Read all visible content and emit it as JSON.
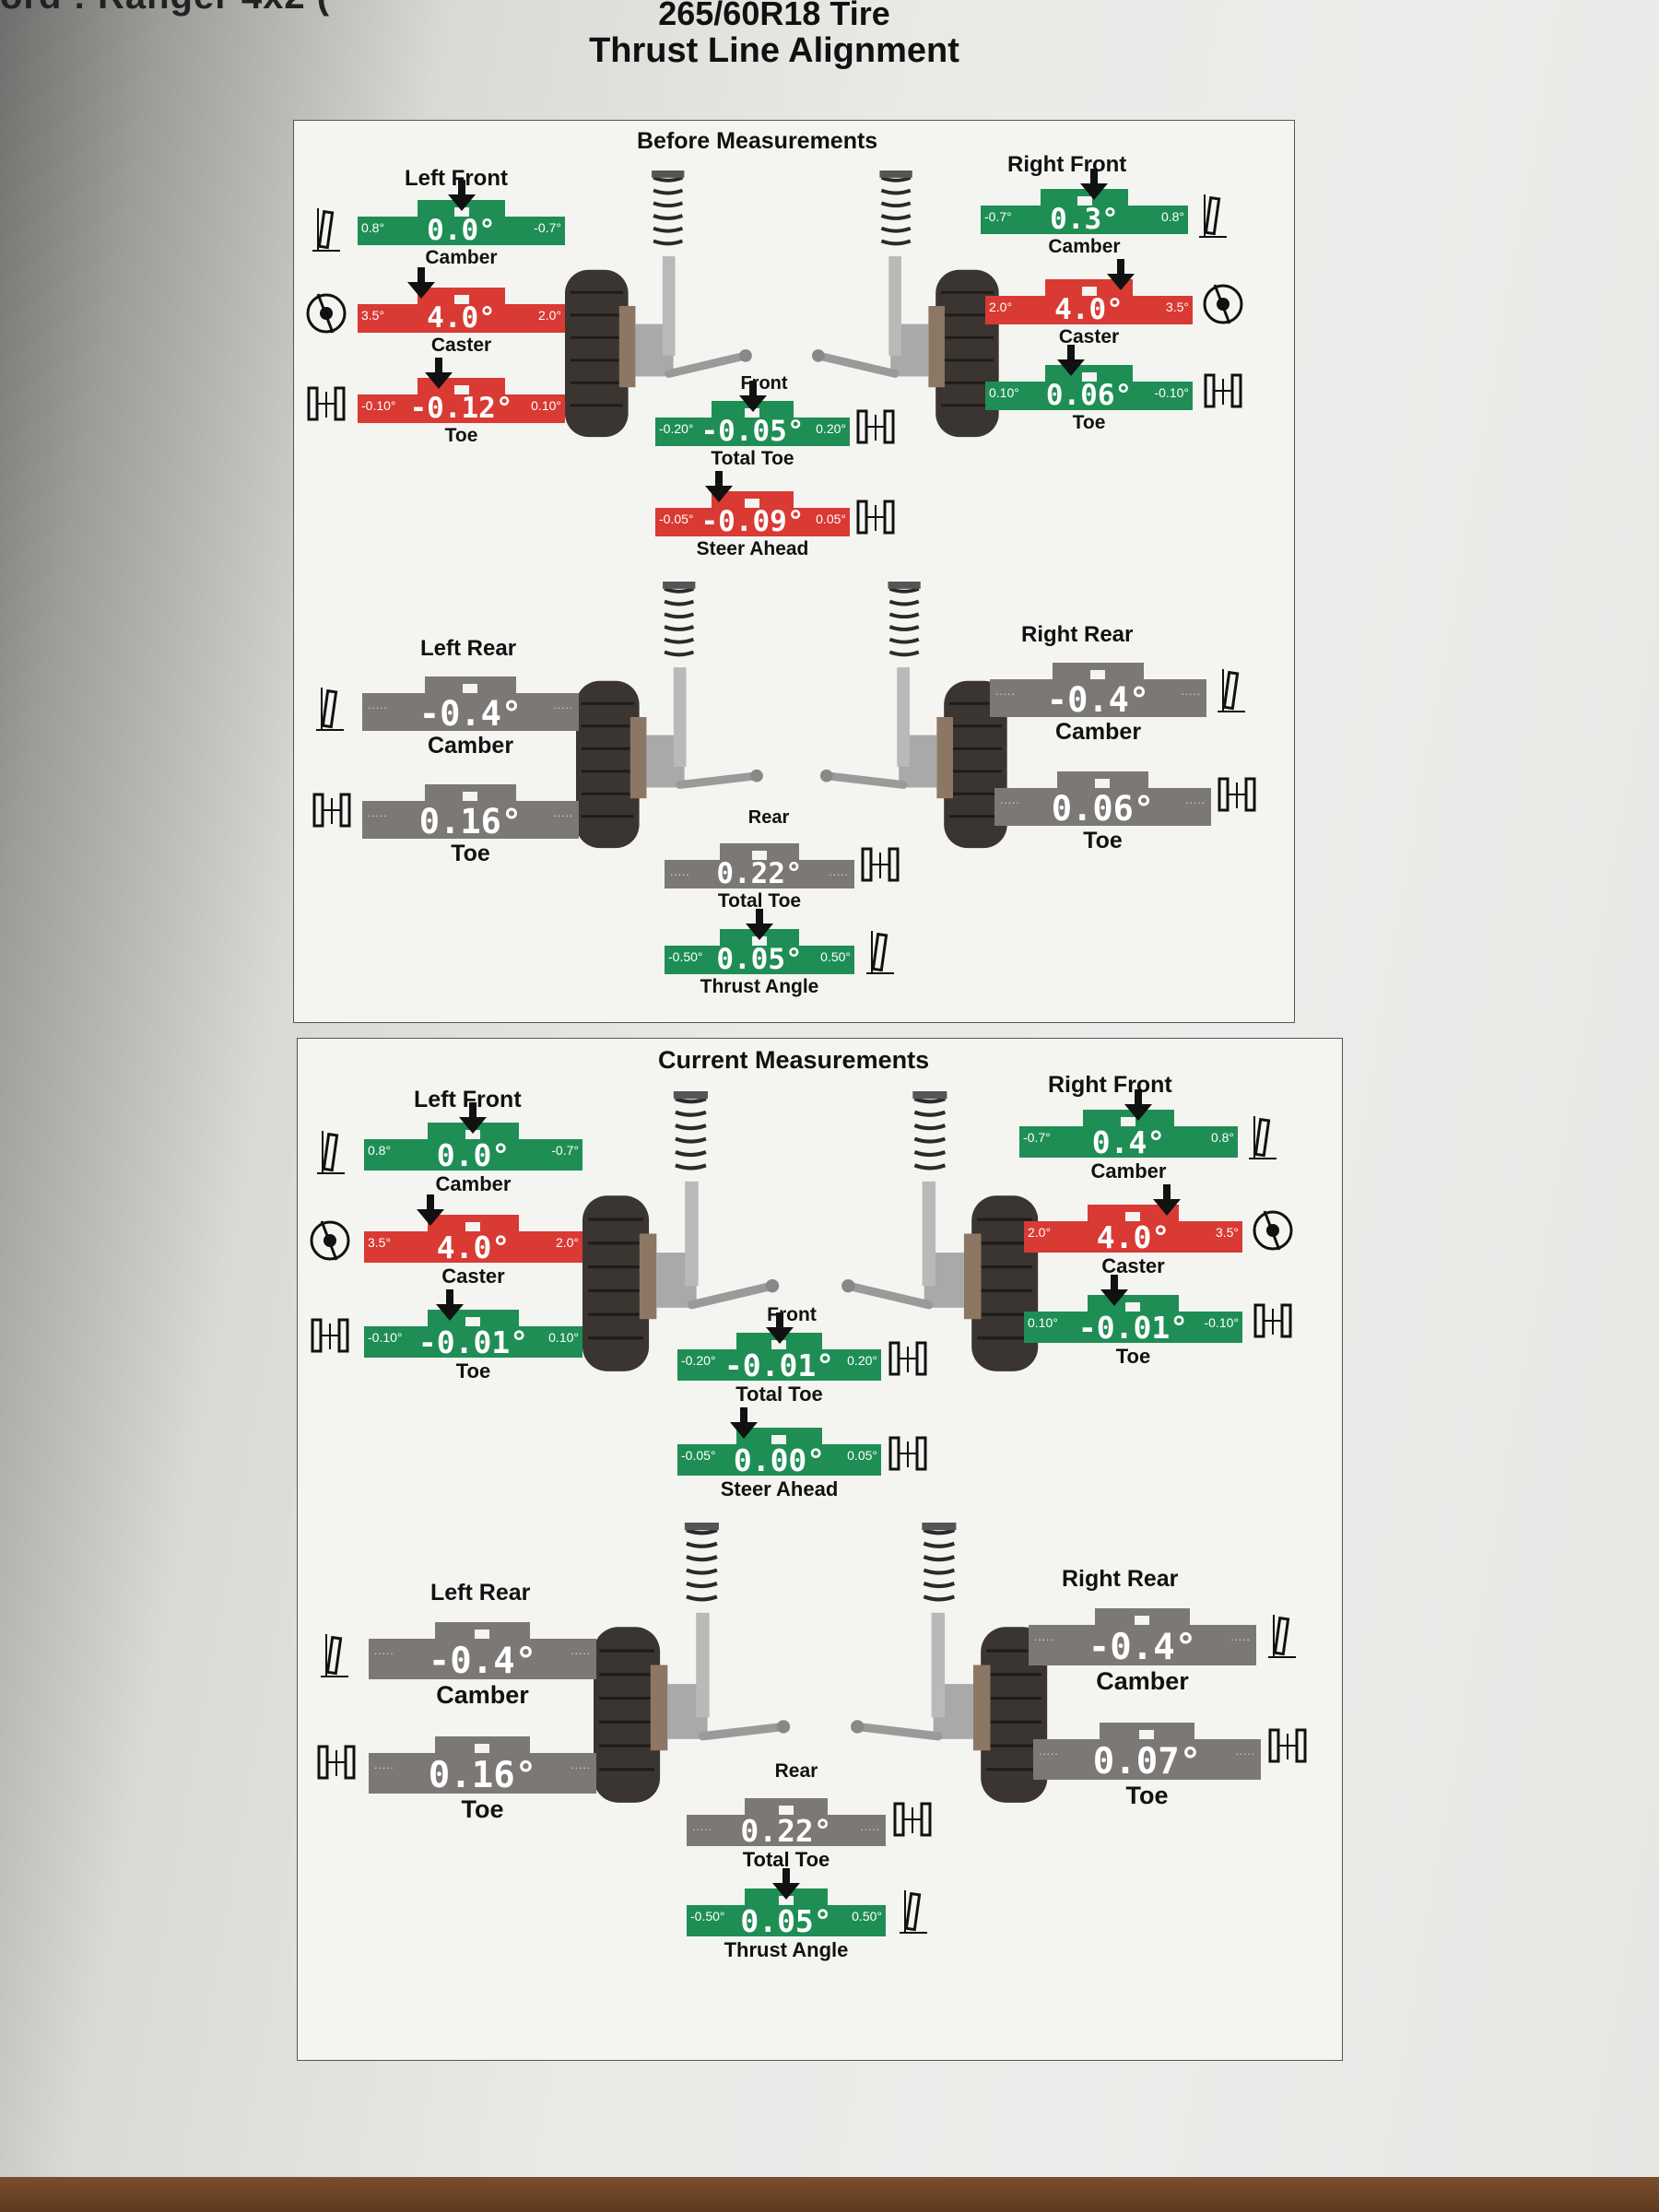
{
  "header": {
    "cut_title": "ord : Ranger 4x2 (",
    "tire": "265/60R18 Tire",
    "alignment_type": "Thrust Line Alignment"
  },
  "panels": [
    {
      "title": "Before Measurements",
      "left_front": {
        "label": "Left Front",
        "camber": {
          "value": "0.0°",
          "min": "0.8°",
          "max": "-0.7°",
          "label": "Camber",
          "status": "green"
        },
        "caster": {
          "value": "4.0°",
          "min": "3.5°",
          "max": "2.0°",
          "label": "Caster",
          "status": "red"
        },
        "toe": {
          "value": "-0.12°",
          "min": "-0.10°",
          "max": "0.10°",
          "label": "Toe",
          "status": "red"
        }
      },
      "right_front": {
        "label": "Right Front",
        "camber": {
          "value": "0.3°",
          "min": "-0.7°",
          "max": "0.8°",
          "label": "Camber",
          "status": "green"
        },
        "caster": {
          "value": "4.0°",
          "min": "2.0°",
          "max": "3.5°",
          "label": "Caster",
          "status": "red"
        },
        "toe": {
          "value": "0.06°",
          "min": "0.10°",
          "max": "-0.10°",
          "label": "Toe",
          "status": "green"
        }
      },
      "front_label": "Front",
      "total_toe_front": {
        "value": "-0.05°",
        "min": "-0.20°",
        "max": "0.20°",
        "label": "Total Toe",
        "status": "green"
      },
      "steer_ahead": {
        "value": "-0.09°",
        "min": "-0.05°",
        "max": "0.05°",
        "label": "Steer Ahead",
        "status": "red"
      },
      "left_rear": {
        "label": "Left Rear",
        "camber": {
          "value": "-0.4°",
          "label": "Camber",
          "status": "gray"
        },
        "toe": {
          "value": "0.16°",
          "label": "Toe",
          "status": "gray"
        }
      },
      "right_rear": {
        "label": "Right Rear",
        "camber": {
          "value": "-0.4°",
          "label": "Camber",
          "status": "gray"
        },
        "toe": {
          "value": "0.06°",
          "label": "Toe",
          "status": "gray"
        }
      },
      "rear_label": "Rear",
      "total_toe_rear": {
        "value": "0.22°",
        "label": "Total Toe",
        "status": "gray"
      },
      "thrust_angle": {
        "value": "0.05°",
        "min": "-0.50°",
        "max": "0.50°",
        "label": "Thrust Angle",
        "status": "green"
      }
    },
    {
      "title": "Current Measurements",
      "left_front": {
        "label": "Left Front",
        "camber": {
          "value": "0.0°",
          "min": "0.8°",
          "max": "-0.7°",
          "label": "Camber",
          "status": "green"
        },
        "caster": {
          "value": "4.0°",
          "min": "3.5°",
          "max": "2.0°",
          "label": "Caster",
          "status": "red"
        },
        "toe": {
          "value": "-0.01°",
          "min": "-0.10°",
          "max": "0.10°",
          "label": "Toe",
          "status": "green"
        }
      },
      "right_front": {
        "label": "Right Front",
        "camber": {
          "value": "0.4°",
          "min": "-0.7°",
          "max": "0.8°",
          "label": "Camber",
          "status": "green"
        },
        "caster": {
          "value": "4.0°",
          "min": "2.0°",
          "max": "3.5°",
          "label": "Caster",
          "status": "red"
        },
        "toe": {
          "value": "-0.01°",
          "min": "0.10°",
          "max": "-0.10°",
          "label": "Toe",
          "status": "green"
        }
      },
      "front_label": "Front",
      "total_toe_front": {
        "value": "-0.01°",
        "min": "-0.20°",
        "max": "0.20°",
        "label": "Total Toe",
        "status": "green"
      },
      "steer_ahead": {
        "value": "0.00°",
        "min": "-0.05°",
        "max": "0.05°",
        "label": "Steer Ahead",
        "status": "green"
      },
      "left_rear": {
        "label": "Left Rear",
        "camber": {
          "value": "-0.4°",
          "label": "Camber",
          "status": "gray"
        },
        "toe": {
          "value": "0.16°",
          "label": "Toe",
          "status": "gray"
        }
      },
      "right_rear": {
        "label": "Right Rear",
        "camber": {
          "value": "-0.4°",
          "label": "Camber",
          "status": "gray"
        },
        "toe": {
          "value": "0.07°",
          "label": "Toe",
          "status": "gray"
        }
      },
      "rear_label": "Rear",
      "total_toe_rear": {
        "value": "0.22°",
        "label": "Total Toe",
        "status": "gray"
      },
      "thrust_angle": {
        "value": "0.05°",
        "min": "-0.50°",
        "max": "0.50°",
        "label": "Thrust Angle",
        "status": "green"
      }
    }
  ],
  "colors": {
    "green": "#1f8e55",
    "red": "#d93a33",
    "gray": "#7b7876"
  },
  "icons": [
    "camber-icon",
    "caster-icon",
    "toe-icon",
    "total-toe-icon",
    "steer-ahead-icon",
    "thrust-angle-icon",
    "wheel-strut-illustration"
  ]
}
